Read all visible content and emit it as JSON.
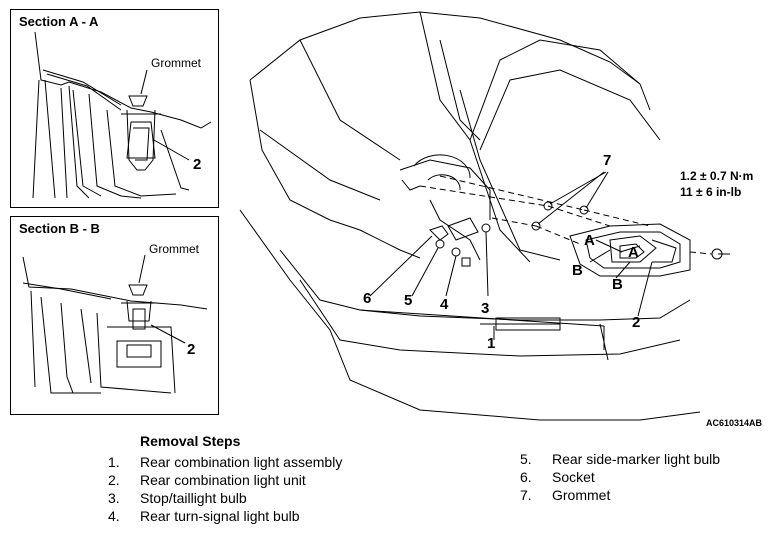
{
  "section_a": {
    "title": "Section A - A",
    "grommet_label": "Grommet",
    "callout": "2"
  },
  "section_b": {
    "title": "Section B - B",
    "grommet_label": "Grommet",
    "callout": "2"
  },
  "main": {
    "callouts": {
      "c1": "1",
      "c2": "2",
      "c3": "3",
      "c4": "4",
      "c5": "5",
      "c6": "6",
      "c7": "7"
    },
    "section_marks": {
      "a": "A",
      "b": "B"
    },
    "torque": {
      "line1": "1.2 ± 0.7 N·m",
      "line2": "11 ± 6 in-lb"
    },
    "figure_id": "AC610314AB"
  },
  "removal_steps": {
    "title": "Removal Steps",
    "items": [
      {
        "num": "1.",
        "text": "Rear combination light assembly"
      },
      {
        "num": "2.",
        "text": "Rear combination light unit"
      },
      {
        "num": "3.",
        "text": "Stop/taillight bulb"
      },
      {
        "num": "4.",
        "text": "Rear turn-signal light bulb"
      },
      {
        "num": "5.",
        "text": "Rear side-marker light bulb"
      },
      {
        "num": "6.",
        "text": "Socket"
      },
      {
        "num": "7.",
        "text": "Grommet"
      }
    ]
  }
}
